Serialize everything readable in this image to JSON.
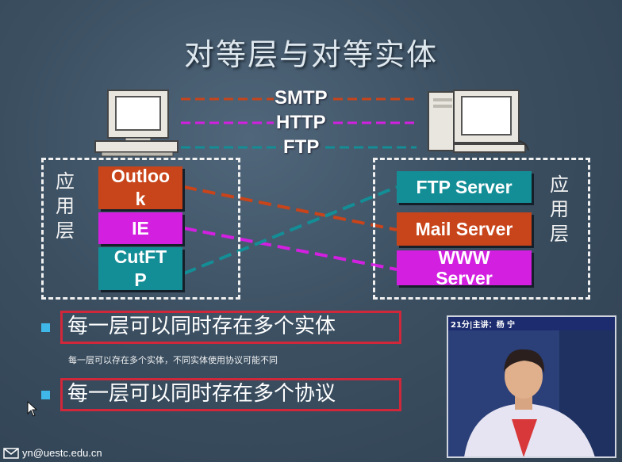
{
  "slide": {
    "title": "对等层与对等实体",
    "protocols": [
      "SMTP",
      "HTTP",
      "FTP"
    ],
    "left_layer_label": [
      "应",
      "用",
      "层"
    ],
    "right_layer_label": [
      "应",
      "用",
      "层"
    ],
    "left_entities": [
      {
        "line1": "Outloo",
        "line2": "k"
      },
      {
        "line1": "IE",
        "line2": ""
      },
      {
        "line1": "CutFT",
        "line2": "P"
      }
    ],
    "right_entities": [
      {
        "line1": "FTP Server",
        "line2": ""
      },
      {
        "line1": "Mail Server",
        "line2": ""
      },
      {
        "line1": "WWW",
        "line2": "Server"
      }
    ],
    "bullet1": "每一层可以同时存在多个实体",
    "subtext": "每一层可以存在多个实体，不同实体使用协议可能不同",
    "bullet2": "每一层可以同时存在多个协议"
  },
  "video": {
    "caption": "21分|主讲：杨 宁"
  },
  "footer": {
    "email": "yn@uestc.edu.cn"
  },
  "colors": {
    "smtp_line": "#c8441a",
    "http_line": "#d21fe0",
    "ftp_line": "#148e96"
  },
  "icons": [
    "left-computer-icon",
    "right-computer-icon",
    "mouse-cursor-icon",
    "email-icon"
  ]
}
